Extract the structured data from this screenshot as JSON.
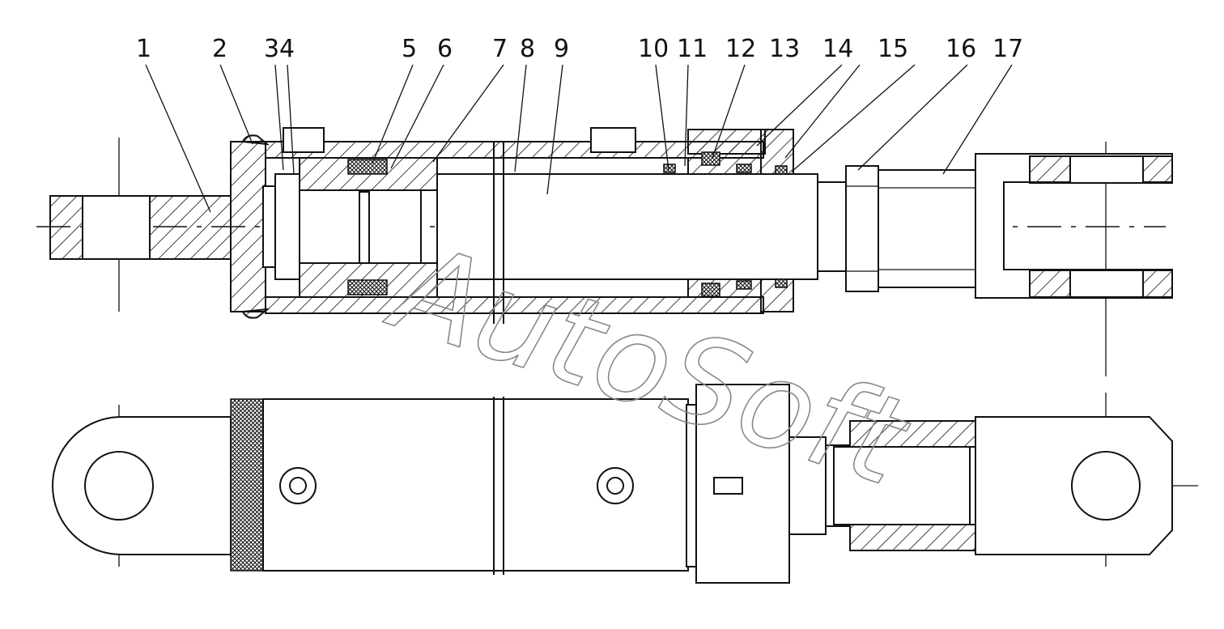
{
  "callouts": [
    "1",
    "2",
    "3",
    "4",
    "5",
    "6",
    "7",
    "8",
    "9",
    "10",
    "11",
    "12",
    "13",
    "14",
    "15",
    "16",
    "17"
  ],
  "watermark": "AutoSoft"
}
